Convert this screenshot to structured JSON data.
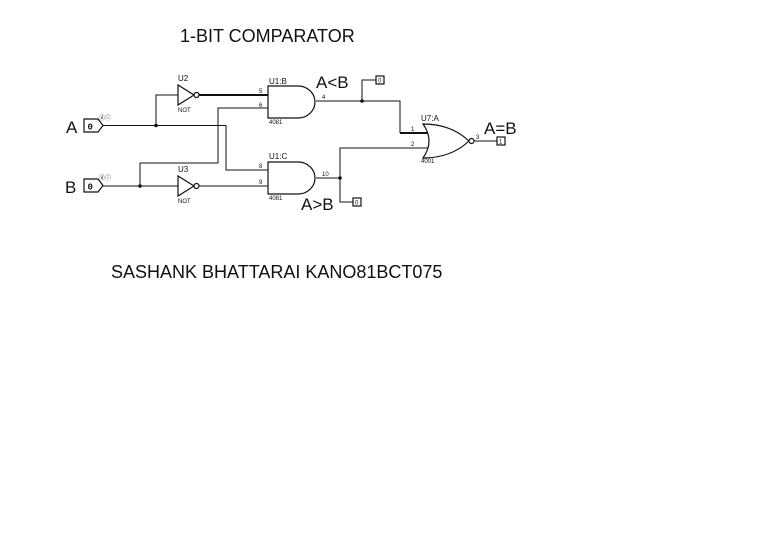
{
  "title": "1-BIT COMPARATOR",
  "footer": "SASHANK BHATTARAI KANO81BCT075",
  "inputs": {
    "a": {
      "label": "A",
      "value": "0"
    },
    "b": {
      "label": "B",
      "value": "0"
    }
  },
  "outputs": {
    "a_lt_b": {
      "label": "A<B",
      "value": "0"
    },
    "a_gt_b": {
      "label": "A>B",
      "value": "0"
    },
    "a_eq_b": {
      "label": "A=B",
      "value": "1"
    }
  },
  "components": {
    "u2": {
      "ref": "U2",
      "type": "NOT"
    },
    "u3": {
      "ref": "U3",
      "type": "NOT"
    },
    "u1b": {
      "ref": "U1:B",
      "part": "4081",
      "pin_in1": "5",
      "pin_in2": "6",
      "pin_out": "4"
    },
    "u1c": {
      "ref": "U1:C",
      "part": "4081",
      "pin_in1": "8",
      "pin_in2": "9",
      "pin_out": "10"
    },
    "u7a": {
      "ref": "U7:A",
      "part": "4001",
      "pin_in1": "1",
      "pin_in2": "2",
      "pin_out": "3"
    }
  }
}
